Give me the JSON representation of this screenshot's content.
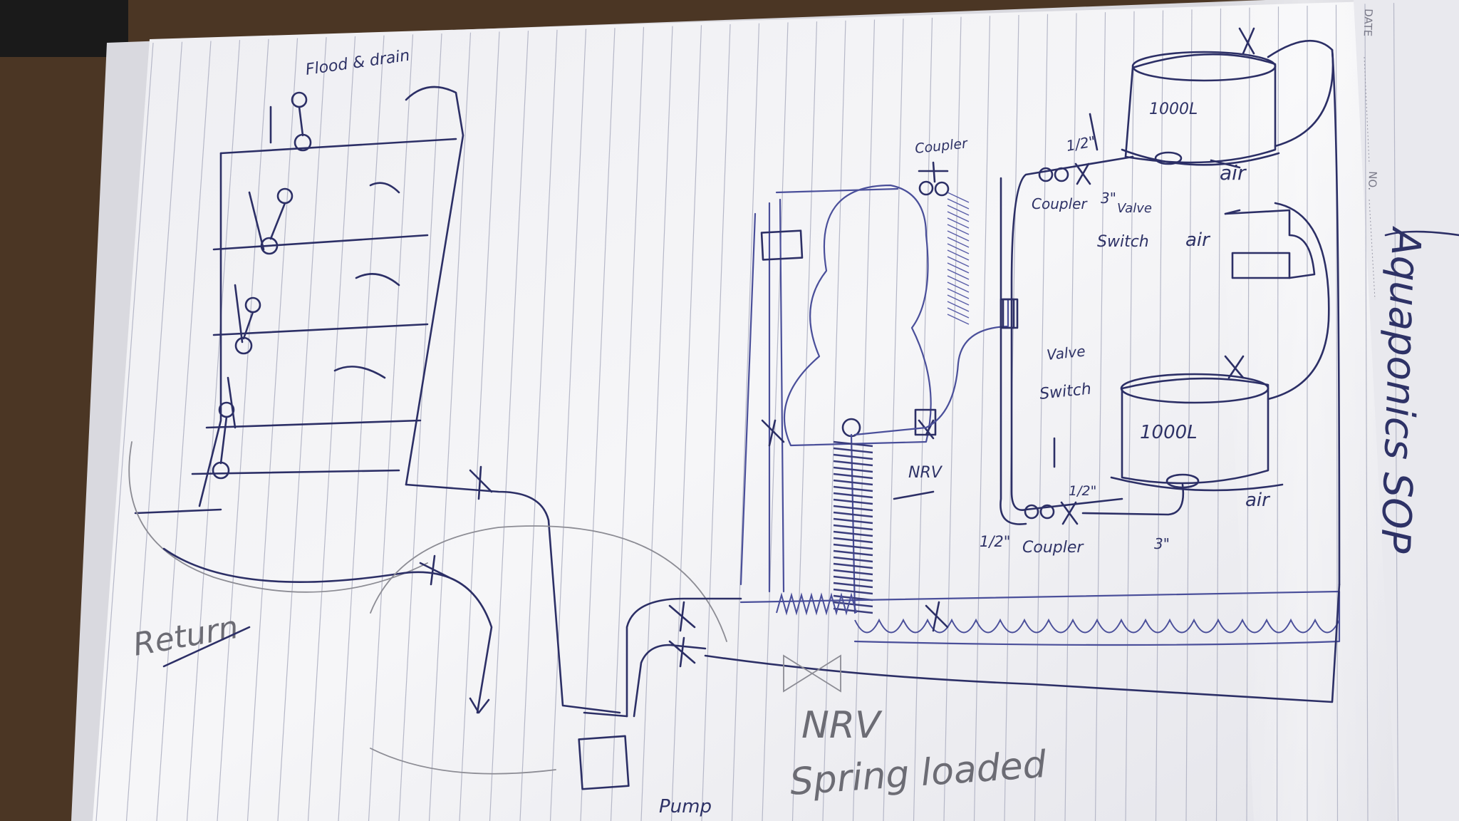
{
  "header": {
    "date_label": "DATE",
    "no_label": "NO."
  },
  "labels": {
    "flood_drain": "Flood & drain",
    "return": "Return",
    "coupler_top": "Coupler",
    "coupler_mid": "Coupler",
    "coupler_bottom": "Coupler",
    "tank_top": "1000L",
    "tank_bottom": "1000L",
    "half_inch_top": "1/2\"",
    "three_inch_top": "3\"",
    "valve_switch_top_1": "Valve",
    "valve_switch_top_2": "Switch",
    "valve_switch_mid_1": "Valve",
    "valve_switch_mid_2": "Switch",
    "air_1": "air",
    "air_2": "air",
    "air_3": "air",
    "nrv_small": "NRV",
    "half_inch_bottom_left": "1/2\"",
    "half_inch_bottom_right": "1/2\"",
    "three_inch_bottom": "3\"",
    "nrv_big": "NRV",
    "spring_loaded": "Spring loaded",
    "pump": "Pump",
    "side_title": "Aquaponics SOP"
  },
  "colors": {
    "ink": "#2c2f66",
    "paper": "#f4f4f6",
    "pencil": "#8c8c94"
  }
}
